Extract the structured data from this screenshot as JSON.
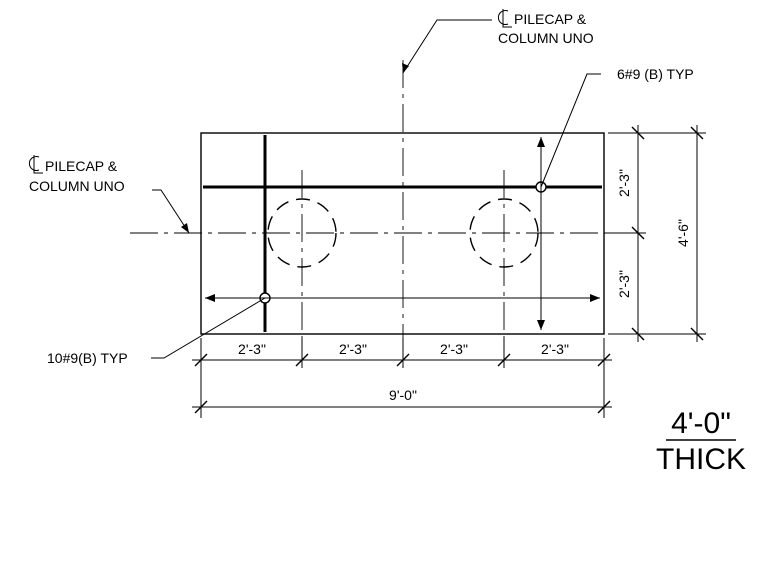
{
  "notes": {
    "cl_top_line1": "PILECAP &",
    "cl_top_line2": "COLUMN UNO",
    "cl_left_line1": "PILECAP &",
    "cl_left_line2": "COLUMN UNO",
    "top_bars": "6#9 (B) TYP",
    "bottom_bars": "10#9(B) TYP"
  },
  "dimensions": {
    "bottom": [
      "2'-3\"",
      "2'-3\"",
      "2'-3\"",
      "2'-3\""
    ],
    "overall_length": "9'-0\"",
    "right_segments": [
      "2'-3\"",
      "2'-3\""
    ],
    "overall_width": "4'-6\""
  },
  "thickness": {
    "value": "4'-0\"",
    "label": "THICK"
  }
}
